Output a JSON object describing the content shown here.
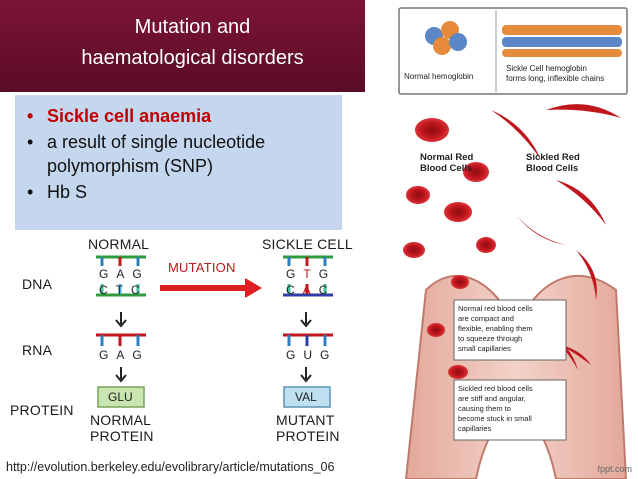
{
  "title": {
    "line1": "Mutation and",
    "line2": "haematological disorders"
  },
  "bullets": [
    "Sickle cell anaemia",
    "a result of single nucleotide polymorphism (SNP)",
    "Hb S"
  ],
  "bullet2_lines": [
    "a result of single nucleotide",
    "polymorphism (SNP)"
  ],
  "diagram": {
    "normal_header": "NORMAL",
    "sickle_header": "SICKLE CELL",
    "mutation_label": "MUTATION",
    "row_labels": [
      "DNA",
      "RNA",
      "PROTEIN"
    ],
    "normal_dna_top": [
      "G",
      "A",
      "G"
    ],
    "normal_dna_bottom": [
      "C",
      "T",
      "C"
    ],
    "sickle_dna_top": [
      "G",
      "T",
      "G"
    ],
    "sickle_dna_bottom": [
      "C",
      "A",
      "C"
    ],
    "normal_rna": [
      "G",
      "A",
      "G"
    ],
    "sickle_rna": [
      "G",
      "U",
      "G"
    ],
    "normal_aa": "GLU",
    "sickle_aa": "VAL",
    "normal_protein": [
      "NORMAL",
      "PROTEIN"
    ],
    "mutant_protein": [
      "MUTANT",
      "PROTEIN"
    ]
  },
  "right_panel": {
    "normal_hb": "Normal hemoglobin",
    "sickle_hb": [
      "Sickle Cell hemoglobin",
      "forms long, inflexible chains"
    ],
    "normal_rbc": [
      "Normal Red",
      "Blood Cells"
    ],
    "sickled_rbc": [
      "Sickled Red",
      "Blood Cells"
    ],
    "callout1": [
      "Normal red blood cells",
      "are compact and",
      "flexible, enabling them",
      "to squeeze through",
      "small capillaries"
    ],
    "callout2": [
      "Sickled red blood cells",
      "are stiff and angular,",
      "causing them to",
      "become stuck in small",
      "capillaries"
    ]
  },
  "footer_url": "http://evolution.berkeley.edu/evolibrary/article/mutations_06",
  "watermark": "fppt.com",
  "colors": {
    "title_bg": "#6d1230",
    "bullet_box": "#c4d7ef",
    "highlight": "#c00000",
    "arrow": "#e02020",
    "rbc": "#c0161c"
  }
}
